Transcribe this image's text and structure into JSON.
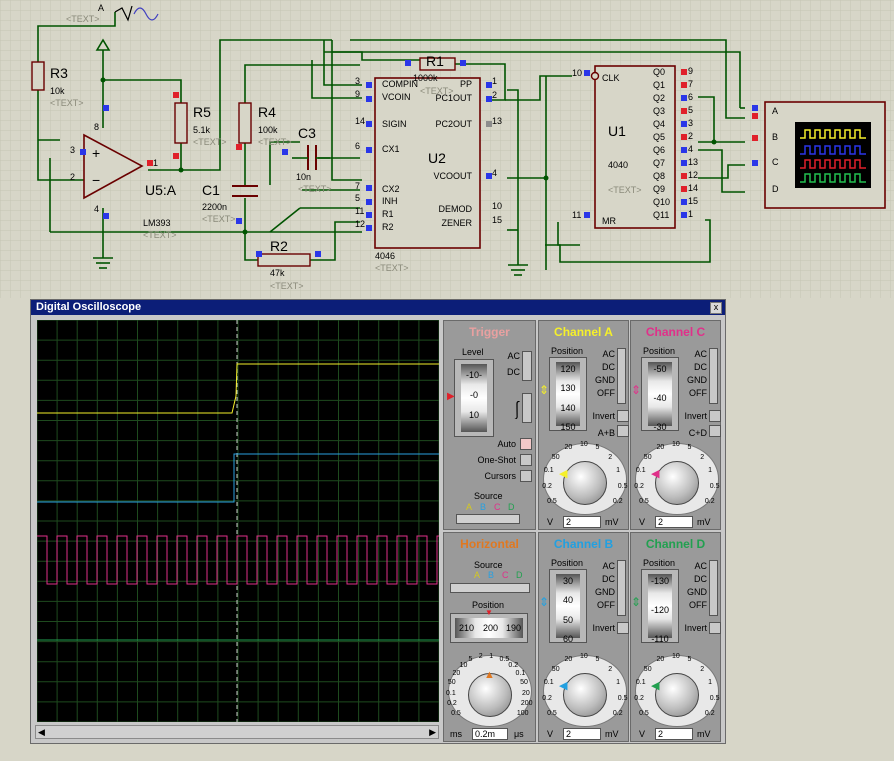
{
  "schematic": {
    "ant_label": "A",
    "ant_text": "<TEXT>",
    "r3": {
      "ref": "R3",
      "value": "10k",
      "text": "<TEXT>"
    },
    "r5": {
      "ref": "R5",
      "value": "5.1k",
      "text": "<TEXT>"
    },
    "r4": {
      "ref": "R4",
      "value": "100k",
      "text": "<TEXT>"
    },
    "r1": {
      "ref": "R1",
      "value": "1000k",
      "text": "<TEXT>"
    },
    "r2": {
      "ref": "R2",
      "value": "47k",
      "text": "<TEXT>"
    },
    "c3": {
      "ref": "C3",
      "value": "10n",
      "text": "<TEXT>"
    },
    "c1": {
      "ref": "C1",
      "value": "2200n",
      "text": "<TEXT>"
    },
    "u5": {
      "ref": "U5:A",
      "part": "LM393",
      "text": "<TEXT>",
      "pin3": "3",
      "pin2": "2",
      "pin1": "1",
      "pin8": "8",
      "pin4": "4"
    },
    "u2": {
      "ref": "U2",
      "part": "4046",
      "text": "<TEXT>",
      "comp_text": "<TEXT>",
      "left_pins": [
        {
          "num": "3",
          "name": "COMPIN"
        },
        {
          "num": "9",
          "name": "VCOIN"
        },
        {
          "num": "14",
          "name": "SIGIN"
        },
        {
          "num": "6",
          "name": "CX1"
        },
        {
          "num": "7",
          "name": "CX2"
        },
        {
          "num": "5",
          "name": "INH"
        },
        {
          "num": "11",
          "name": "R1"
        },
        {
          "num": "12",
          "name": "R2"
        }
      ],
      "right_pins": [
        {
          "num": "1",
          "name": "PP"
        },
        {
          "num": "2",
          "name": "PC1OUT"
        },
        {
          "num": "13",
          "name": "PC2OUT"
        },
        {
          "num": "4",
          "name": "VCOOUT"
        },
        {
          "num": "10",
          "name": "DEMOD"
        },
        {
          "num": "15",
          "name": "ZENER"
        }
      ]
    },
    "u1": {
      "ref": "U1",
      "part": "4040",
      "text": "<TEXT>",
      "clk": {
        "num": "10",
        "name": "CLK"
      },
      "mr": {
        "num": "11",
        "name": "MR"
      },
      "outputs": [
        {
          "num": "9",
          "name": "Q0"
        },
        {
          "num": "7",
          "name": "Q1"
        },
        {
          "num": "6",
          "name": "Q2"
        },
        {
          "num": "5",
          "name": "Q3"
        },
        {
          "num": "3",
          "name": "Q4"
        },
        {
          "num": "2",
          "name": "Q5"
        },
        {
          "num": "4",
          "name": "Q6"
        },
        {
          "num": "13",
          "name": "Q7"
        },
        {
          "num": "12",
          "name": "Q8"
        },
        {
          "num": "14",
          "name": "Q9"
        },
        {
          "num": "15",
          "name": "Q10"
        },
        {
          "num": "1",
          "name": "Q11"
        }
      ]
    },
    "scope_symbol": {
      "inputs": [
        "A",
        "B",
        "C",
        "D"
      ]
    }
  },
  "oscilloscope": {
    "title": "Digital Oscilloscope",
    "close": "x",
    "trigger": {
      "header": "Trigger",
      "level_label": "Level",
      "ac": "AC",
      "dc": "DC",
      "level_ticks": [
        "-10-",
        "-0",
        "10"
      ],
      "auto": "Auto",
      "one_shot": "One-Shot",
      "cursors": "Cursors",
      "source_label": "Source",
      "source_channels": [
        "A",
        "B",
        "C",
        "D"
      ]
    },
    "horizontal": {
      "header": "Horizontal",
      "source_label": "Source",
      "source_channels": [
        "A",
        "B",
        "C",
        "D"
      ],
      "position_label": "Position",
      "position_ticks": [
        "210",
        "200",
        "190"
      ],
      "dial_ticks": [
        "0.5",
        "0.2",
        "0.1",
        "50",
        "20",
        "10",
        "5",
        "2",
        "1",
        "0.5",
        "0.2",
        "0.1",
        "50",
        "20",
        "200",
        "100"
      ],
      "unit_left": "ms",
      "value": "0.2m",
      "unit_right": "μs"
    },
    "channels": [
      {
        "id": "A",
        "header": "Channel A",
        "color": "#f5f02a",
        "position_label": "Position",
        "drum": [
          "120",
          "130",
          "140",
          "150"
        ],
        "modes": [
          "AC",
          "DC",
          "GND",
          "OFF"
        ],
        "invert": "Invert",
        "extra": "A+B",
        "dial_ticks": [
          "0.5",
          "0.2",
          "0.1",
          "50",
          "20",
          "10",
          "5",
          "2",
          "1",
          "0.5",
          "0.2"
        ],
        "unit_left": "V",
        "value": "2",
        "unit_right": "mV"
      },
      {
        "id": "C",
        "header": "Channel C",
        "color": "#e0308a",
        "position_label": "Position",
        "drum": [
          "-50",
          "-40",
          "-30"
        ],
        "modes": [
          "AC",
          "DC",
          "GND",
          "OFF"
        ],
        "invert": "Invert",
        "extra": "C+D",
        "dial_ticks": [
          "0.5",
          "0.2",
          "0.1",
          "50",
          "20",
          "10",
          "5",
          "2",
          "1",
          "0.5",
          "0.2"
        ],
        "unit_left": "V",
        "value": "2",
        "unit_right": "mV"
      },
      {
        "id": "B",
        "header": "Channel B",
        "color": "#22a0e0",
        "position_label": "Position",
        "drum": [
          "30",
          "40",
          "50",
          "60"
        ],
        "modes": [
          "AC",
          "DC",
          "GND",
          "OFF"
        ],
        "invert": "Invert",
        "extra": "",
        "dial_ticks": [
          "0.5",
          "0.2",
          "0.1",
          "50",
          "20",
          "10",
          "5",
          "2",
          "1",
          "0.5",
          "0.2"
        ],
        "unit_left": "V",
        "value": "2",
        "unit_right": "mV"
      },
      {
        "id": "D",
        "header": "Channel D",
        "color": "#22a050",
        "position_label": "Position",
        "drum": [
          "-130",
          "-120",
          "-110"
        ],
        "modes": [
          "AC",
          "DC",
          "GND",
          "OFF"
        ],
        "invert": "Invert",
        "extra": "",
        "dial_ticks": [
          "0.5",
          "0.2",
          "0.1",
          "50",
          "20",
          "10",
          "5",
          "2",
          "1",
          "0.5",
          "0.2"
        ],
        "unit_left": "V",
        "value": "2",
        "unit_right": "mV"
      }
    ],
    "trace_colors": {
      "A": "#f5f02a",
      "B": "#2aa0e0",
      "C": "#e0308a",
      "D": "#22a050",
      "grid": "#1e4a1e",
      "cursor": "#c8c8c8"
    }
  }
}
